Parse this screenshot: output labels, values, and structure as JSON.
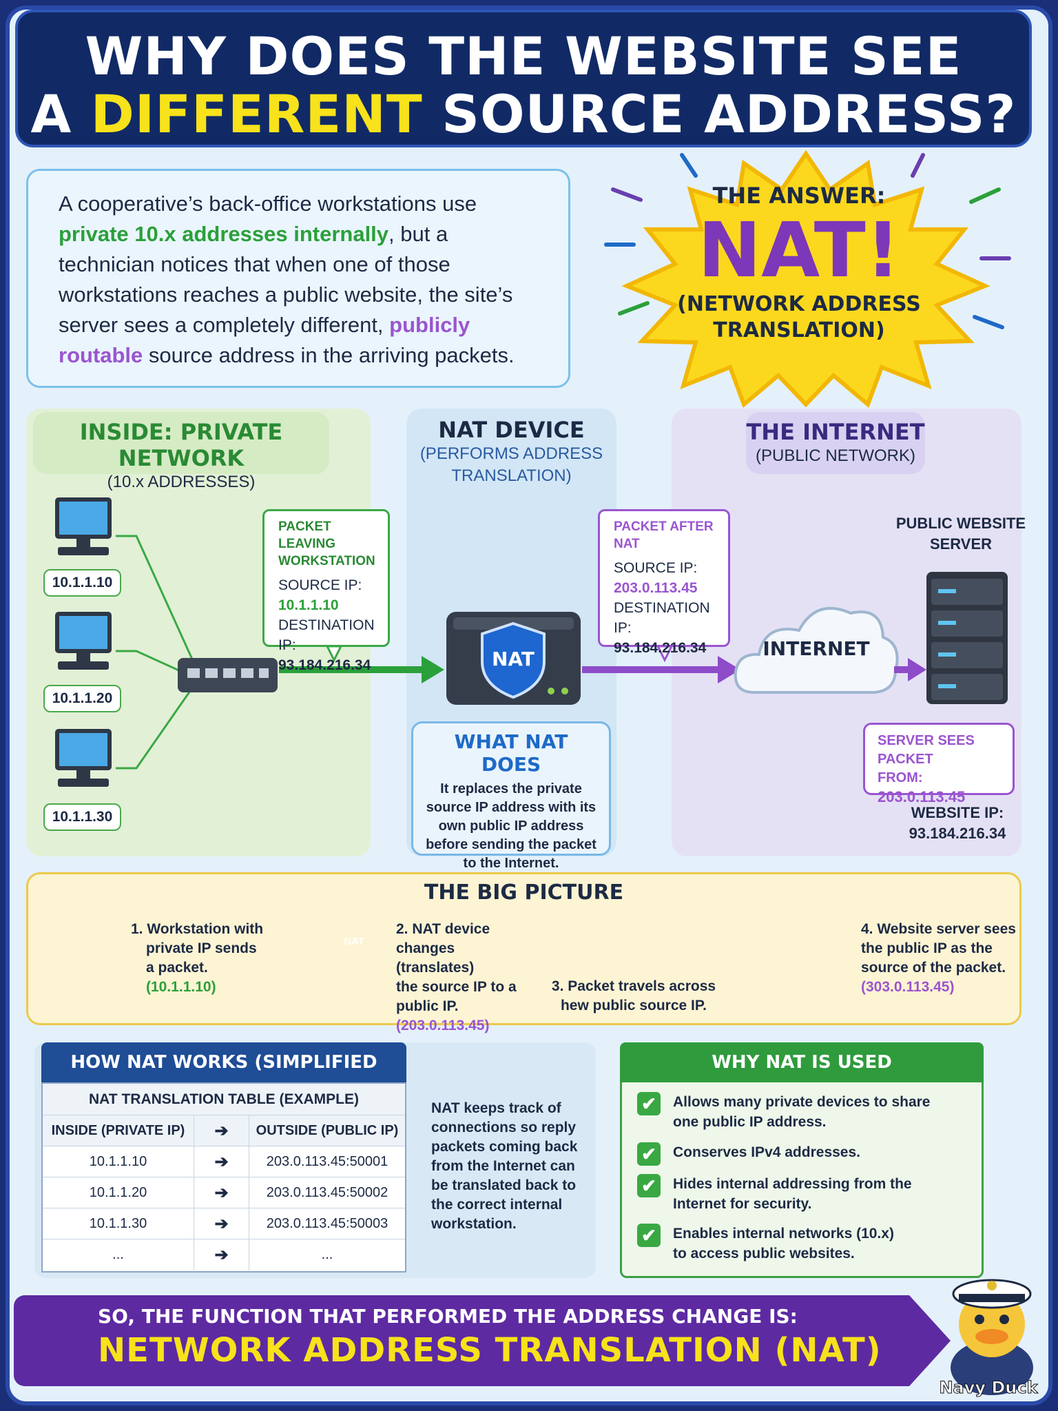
{
  "title": {
    "line1": "WHY DOES THE WEBSITE SEE",
    "line2_pre": "A ",
    "line2_highlight": "DIFFERENT",
    "line2_post": " SOURCE ADDRESS?"
  },
  "intro": {
    "p1": "A cooperative’s back-office workstations use ",
    "g1": "private 10.x addresses internally",
    "p2": ", but a technician notices that when one of those workstations reaches a public website, the site’s server sees a completely different, ",
    "u1": "publicly routable",
    "p3": " source address in the arriving packets."
  },
  "answer": {
    "label": "THE ANSWER:",
    "big": "NAT!",
    "sub_line1": "(NETWORK ADDRESS",
    "sub_line2": "TRANSLATION)"
  },
  "zones": {
    "inside": {
      "title": "INSIDE: PRIVATE NETWORK",
      "sub": "(10.x ADDRESSES)"
    },
    "nat": {
      "title": "NAT DEVICE",
      "sub_line1": "(PERFORMS ADDRESS",
      "sub_line2": "TRANSLATION)"
    },
    "internet": {
      "title": "THE INTERNET",
      "sub": "(PUBLIC NETWORK)"
    }
  },
  "workstations": [
    "10.1.1.10",
    "10.1.1.20",
    "10.1.1.30"
  ],
  "packet_leaving": {
    "head_line1": "PACKET LEAVING",
    "head_line2": "WORKSTATION",
    "src_label": "SOURCE IP:",
    "src": "10.1.1.10",
    "dst_label": "DESTINATION IP:",
    "dst": "93.184.216.34"
  },
  "packet_after": {
    "head_line1": "PACKET AFTER",
    "head_line2": "NAT",
    "src_label": "SOURCE IP:",
    "src": "203.0.113.45",
    "dst_label": "DESTINATION IP:",
    "dst": "93.184.216.34"
  },
  "nat_device_label": "NAT",
  "internet_label": "INTERNET",
  "server": {
    "title_line1": "PUBLIC WEBSITE",
    "title_line2": "SERVER"
  },
  "what_nat_does": {
    "title": "WHAT NAT DOES",
    "body": "It replaces the private source IP address with its own public IP address before sending the packet to the Internet."
  },
  "server_sees": {
    "line1": "SERVER SEES PACKET",
    "line2": "FROM:",
    "ip": "203.0.113.45"
  },
  "website_ip": {
    "label": "WEBSITE IP:",
    "ip": "93.184.216.34"
  },
  "big_picture": {
    "title": "THE BIG PICTURE",
    "step1": {
      "line1": "1. Workstation with",
      "line2": "private IP sends",
      "line3": "a packet.",
      "ip": "(10.1.1.10)"
    },
    "step2": {
      "line1": "2. NAT device",
      "line2": "changes (translates)",
      "line3": "the source IP to a",
      "line4": "public IP.",
      "ip": "(203.0.113.45)"
    },
    "step3": {
      "line1": "3. Packet travels across",
      "line2": "hew public source IP."
    },
    "step4": {
      "line1": "4. Website server sees",
      "line2": "the public IP as the",
      "line3": "source of the packet.",
      "ip": "(303.0.113.45)"
    }
  },
  "how_nat": {
    "title": "HOW NAT WORKS (SIMPLIFIED",
    "table_caption": "NAT TRANSLATION TABLE (EXAMPLE)",
    "col_inside": "INSIDE (PRIVATE IP)",
    "col_arrow": "➔",
    "col_outside": "OUTSIDE (PUBLIC IP)",
    "rows": [
      {
        "inside": "10.1.1.10",
        "arrow": "➔",
        "outside": "203.0.113.45:50001"
      },
      {
        "inside": "10.1.1.20",
        "arrow": "➔",
        "outside": "203.0.113.45:50002"
      },
      {
        "inside": "10.1.1.30",
        "arrow": "➔",
        "outside": "203.0.113.45:50003"
      },
      {
        "inside": "...",
        "arrow": "➔",
        "outside": "..."
      }
    ],
    "note": "NAT keeps track of connections so reply packets coming back from the Internet can be translated back to the correct internal workstation."
  },
  "why_nat": {
    "title": "WHY NAT IS USED",
    "check": "✔",
    "items": [
      {
        "line1": "Allows many private devices to share",
        "line2": "one public IP address."
      },
      {
        "line1": "Conserves IPv4 addresses.",
        "line2": ""
      },
      {
        "line1": "Hides internal addressing from the",
        "line2": "Internet for security."
      },
      {
        "line1": "Enables internal networks (10.x)",
        "line2": "to access public websites."
      }
    ]
  },
  "footer": {
    "line1": "SO, THE FUNCTION THAT PERFORMED THE ADDRESS CHANGE IS:",
    "line2": "NETWORK ADDRESS TRANSLATION (NAT)"
  },
  "mascot_label": "Navy Duck",
  "colors": {
    "navy": "#112a66",
    "yellow": "#f7e21b",
    "green": "#2aa03a",
    "purple": "#9a55cf",
    "blue": "#1e6ac8"
  }
}
